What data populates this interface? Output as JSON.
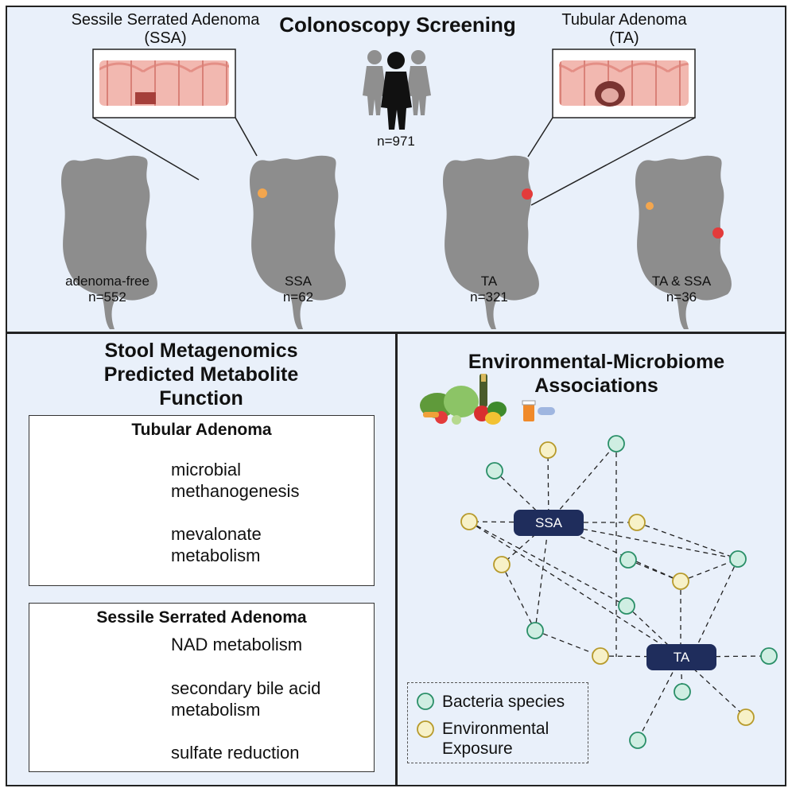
{
  "top": {
    "title": "Colonoscopy Screening",
    "ssa_callout": {
      "line1": "Sessile Serrated Adenoma",
      "line2": "(SSA)"
    },
    "ta_callout": {
      "line1": "Tubular Adenoma",
      "line2": "(TA)"
    },
    "population": "n=971",
    "groups": [
      {
        "label": "adenoma-free",
        "n": "n=552"
      },
      {
        "label": "SSA",
        "n": "n=62"
      },
      {
        "label": "TA",
        "n": "n=321"
      },
      {
        "label": "TA & SSA",
        "n": "n=36"
      }
    ]
  },
  "left": {
    "title_lines": [
      "Stool Metagenomics",
      "Predicted Metabolite",
      "Function"
    ],
    "ta_box": {
      "title": "Tubular Adenoma",
      "items": [
        "microbial",
        "methanogenesis",
        "mevalonate",
        "metabolism"
      ],
      "direction": "down"
    },
    "ssa_box": {
      "title": "Sessile Serrated Adenoma",
      "items": [
        "NAD metabolism",
        "secondary bile acid",
        "metabolism",
        "sulfate reduction"
      ],
      "direction": "up"
    }
  },
  "right": {
    "title_lines": [
      "Environmental-Microbiome",
      "Associations"
    ],
    "nodes": {
      "ssa": "SSA",
      "ta": "TA"
    },
    "legend": {
      "bacteria": "Bacteria species",
      "exposure_line1": "Environmental",
      "exposure_line2": "Exposure"
    }
  },
  "colors": {
    "panel_bg": "#e9f0fa",
    "colon": "#8d8d8d",
    "ssa_lesion": "#f3a64e",
    "ta_lesion": "#e33b3b",
    "node_fill": "#1f2d5c",
    "bacteria_fill": "#cfeee2",
    "bacteria_stroke": "#2a8f68",
    "exposure_fill": "#f7f1c8",
    "exposure_stroke": "#b79a2b"
  }
}
